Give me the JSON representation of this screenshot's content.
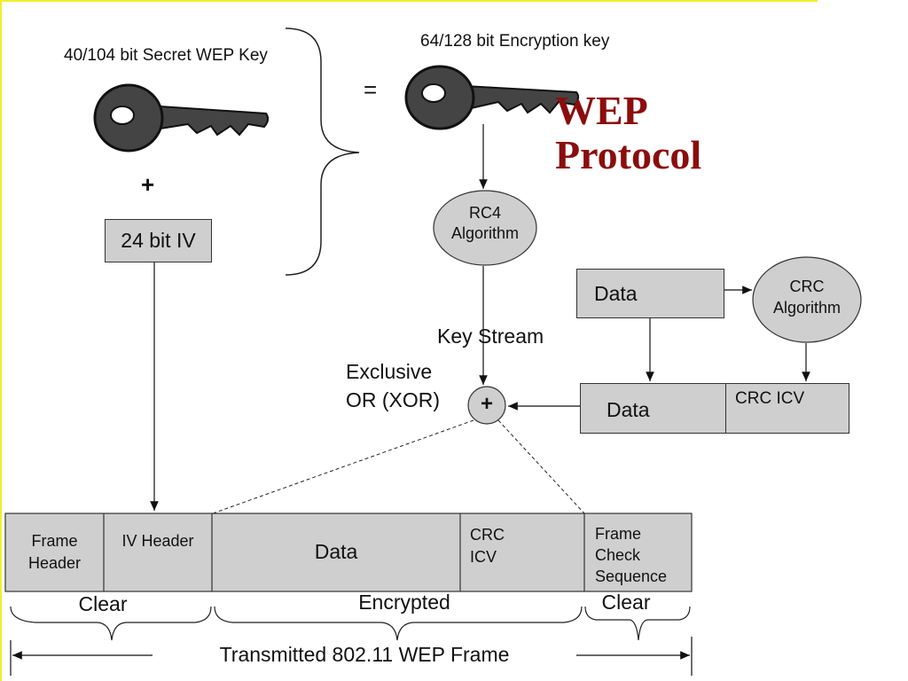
{
  "title": {
    "line1": "WEP",
    "line2": "Protocol"
  },
  "labels": {
    "secret_key": "40/104 bit Secret WEP Key",
    "encryption_key": "64/128 bit  Encryption key",
    "equals": "=",
    "plus": "+",
    "iv_box": "24 bit IV",
    "rc4_line1": "RC4",
    "rc4_line2": "Algorithm",
    "crc_line1": "CRC",
    "crc_line2": "Algorithm",
    "data_top": "Data",
    "data_mid": "Data",
    "crc_icv": "CRC ICV",
    "key_stream": "Key Stream",
    "xor_line1": "Exclusive",
    "xor_line2": "OR (XOR)",
    "xor_symbol": "+"
  },
  "frame": {
    "frame_header_line1": "Frame",
    "frame_header_line2": "Header",
    "iv_header": "IV Header",
    "data": "Data",
    "crc_line1": "CRC",
    "crc_line2": "ICV",
    "fcs_line1": "Frame",
    "fcs_line2": "Check",
    "fcs_line3": "Sequence"
  },
  "braces": {
    "clear_left": "Clear",
    "encrypted": "Encrypted",
    "clear_right": "Clear"
  },
  "transmitted": "Transmitted 802.11  WEP Frame",
  "colors": {
    "title": "#8b0d0d",
    "box_fill": "#cfcfcf",
    "key_fill": "#444444",
    "accent_line": "#f2ef2a"
  },
  "icons": [
    "key-icon",
    "key-icon"
  ]
}
